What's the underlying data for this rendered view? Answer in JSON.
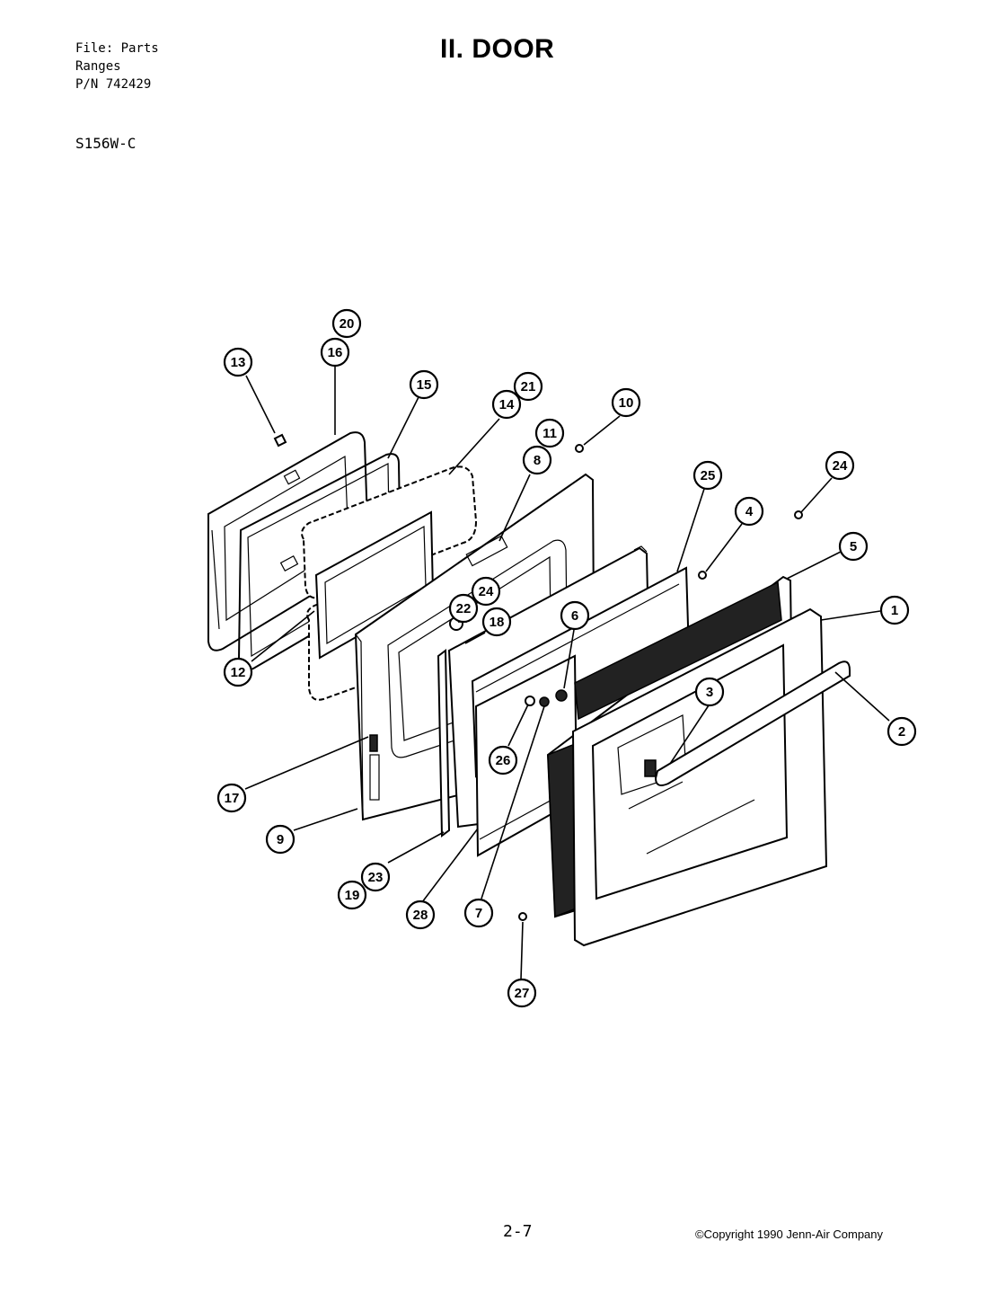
{
  "header": {
    "file_line1": "File: Parts",
    "file_line2": "Ranges",
    "file_line3": "P/N 742429",
    "model": "S156W-C",
    "title": "II. DOOR"
  },
  "footer": {
    "page_number": "2-7",
    "copyright": "©Copyright 1990 Jenn-Air Company"
  },
  "callouts": [
    "20",
    "16",
    "13",
    "15",
    "21",
    "14",
    "11",
    "10",
    "8",
    "24",
    "25",
    "4",
    "5",
    "1",
    "22",
    "24",
    "18",
    "6",
    "12",
    "2",
    "3",
    "26",
    "17",
    "9",
    "23",
    "19",
    "28",
    "7",
    "27"
  ]
}
